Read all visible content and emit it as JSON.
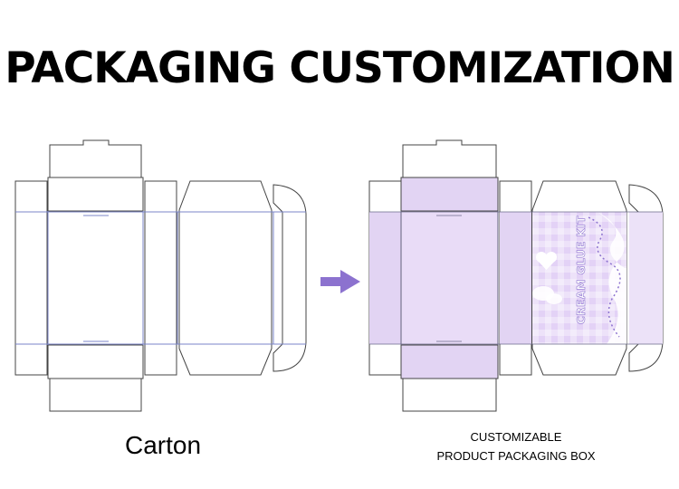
{
  "headline": "PACKAGING CUSTOMIZATION",
  "left_caption": "Carton",
  "right_caption": {
    "line1": "CUSTOMIZABLE",
    "line2": "PRODUCT PACKAGING BOX"
  },
  "print_text": "CREAM GLUE KIT",
  "colors": {
    "outline": "#444444",
    "fold_line": "#7b86c8",
    "print_fill": "#e2d4f3",
    "print_fill_light": "#ece2f8",
    "arrow": "#8c72cf"
  },
  "icons": {
    "arrow": "arrow-right-icon"
  }
}
